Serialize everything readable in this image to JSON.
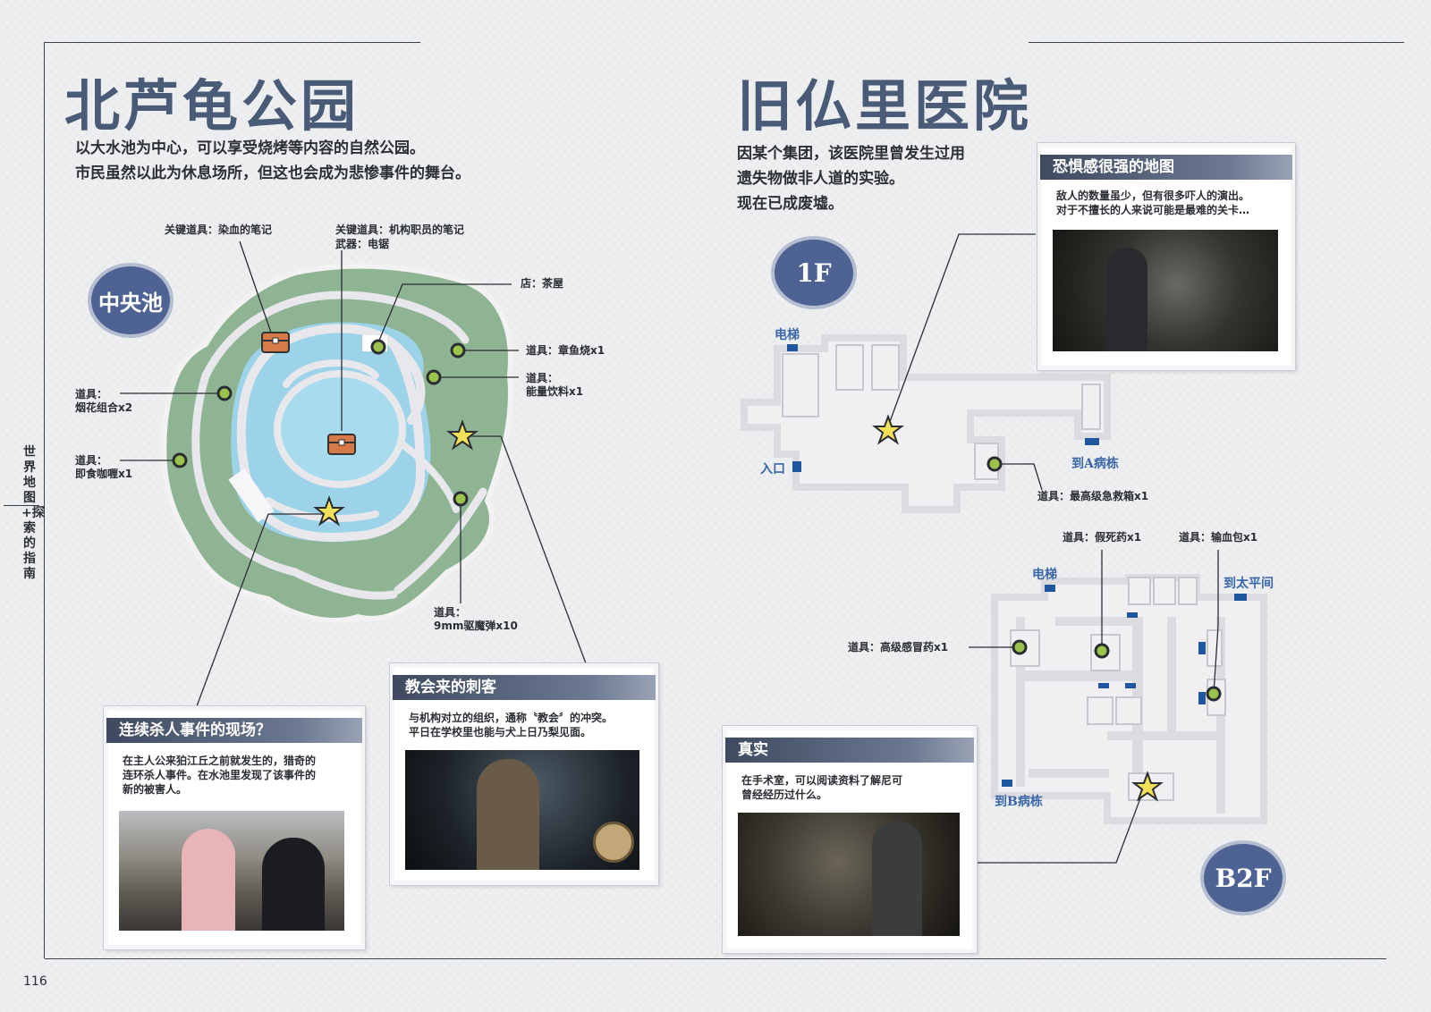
{
  "page_number": "116",
  "side_label": "世界地图+探索的指南",
  "left": {
    "title": "北芦龟公园",
    "desc": [
      "以大水池为中心，可以享受烧烤等内容的自然公园。",
      "市民虽然以此为休息场所，但这也会成为悲惨事件的舞台。"
    ],
    "badge": "中央池",
    "labels": {
      "key1": "关键道具：染血的笔记",
      "key2a": "关键道具：机构职员的笔记",
      "key2b": "武器：电锯",
      "shop": "店：茶屋",
      "item_tako": "道具：章鱼烧x1",
      "item_energy_a": "道具：",
      "item_energy_b": "能量饮料x1",
      "item_fire_a": "道具：",
      "item_fire_b": "烟花组合x2",
      "item_curry_a": "道具：",
      "item_curry_b": "即食咖喱x1",
      "item_ammo_a": "道具：",
      "item_ammo_b": "9mm驱魔弹x10"
    },
    "card1": {
      "title": "连续杀人事件的现场？",
      "text": [
        "在主人公来狛江丘之前就发生的，猎奇的",
        "连环杀人事件。在水池里发现了该事件的",
        "新的被害人。"
      ]
    },
    "card2": {
      "title": "教会来的刺客",
      "text": [
        "与机构对立的组织，通称〝教会〞的冲突。",
        "平日在学校里也能与犬上日乃梨见面。"
      ]
    }
  },
  "right": {
    "title": "旧仏里医院",
    "desc": [
      "因某个集团，该医院里曾发生过用",
      "遗失物做非人道的实验。",
      "现在已成废墟。"
    ],
    "badge_1f": "1F",
    "badge_b2f": "B2F",
    "labels": {
      "elevator_1f": "电梯",
      "entrance": "入口",
      "to_a": "到A病栋",
      "item_firstaid": "道具：最高级急救箱x1",
      "item_fakedeath": "道具：假死药x1",
      "item_blood": "道具：输血包x1",
      "elevator_b2f": "电梯",
      "to_morgue": "到太平间",
      "item_cold": "道具：高级感冒药x1",
      "to_b": "到B病栋"
    },
    "card3": {
      "title": "恐惧感很强的地图",
      "text": [
        "敌人的数量虽少，但有很多吓人的演出。",
        "对于不擅长的人来说可能是最难的关卡…"
      ]
    },
    "card4": {
      "title": "真实",
      "text": [
        "在手术室，可以阅读资料了解尼可",
        "曾经经历过什么。"
      ]
    }
  },
  "colors": {
    "title": "#4a5b78",
    "badge": "#4e6394",
    "grass": "#8fb494",
    "water": "#9cd3e8",
    "path": "#e8e8ec",
    "item": "#9bc24a",
    "star": "#f3e05a"
  }
}
